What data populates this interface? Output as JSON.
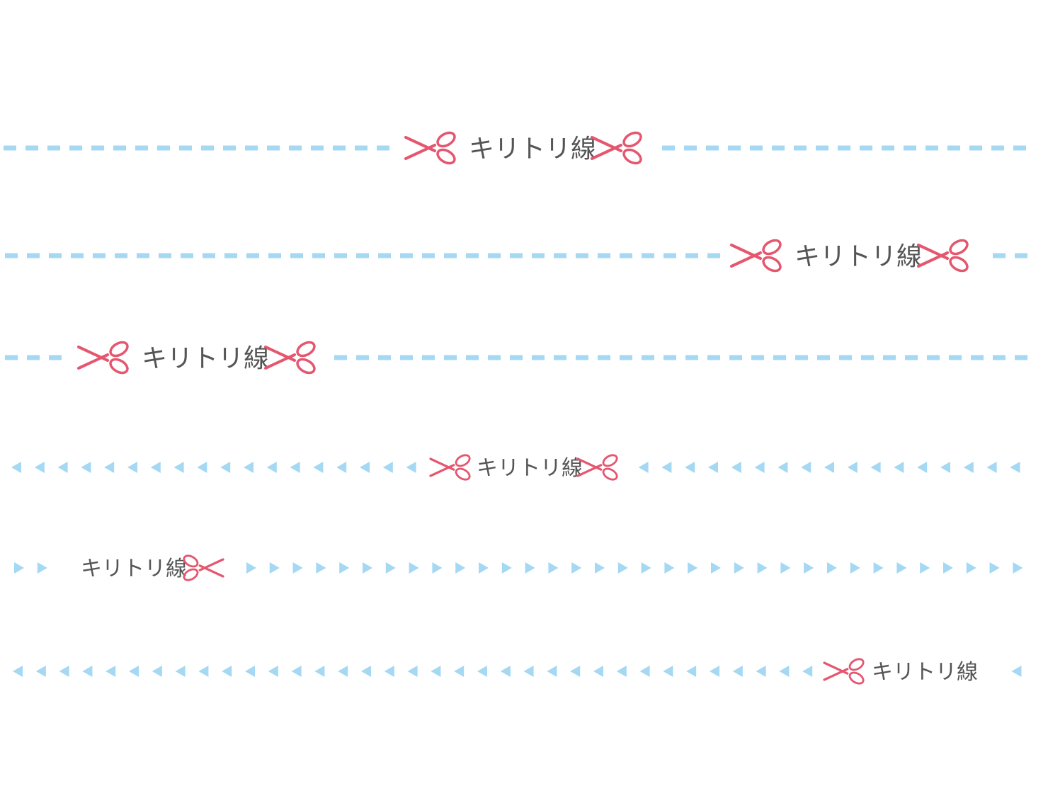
{
  "colors": {
    "line": "#a4d8f3",
    "scissors": "#e5566f",
    "text": "#555555"
  },
  "label_text": "キリトリ線",
  "rows": [
    {
      "style": "dash",
      "items": [
        {
          "kind": "icon",
          "name": "scissors-icon"
        },
        {
          "kind": "text"
        },
        {
          "kind": "icon",
          "name": "scissors-icon"
        }
      ]
    },
    {
      "style": "dash",
      "items": [
        {
          "kind": "icon",
          "name": "scissors-icon"
        },
        {
          "kind": "text"
        },
        {
          "kind": "icon",
          "name": "scissors-icon"
        }
      ]
    },
    {
      "style": "dash",
      "items": [
        {
          "kind": "icon",
          "name": "scissors-icon"
        },
        {
          "kind": "text"
        },
        {
          "kind": "icon",
          "name": "scissors-icon"
        }
      ]
    },
    {
      "style": "arrow-left",
      "items": [
        {
          "kind": "icon",
          "name": "scissors-icon"
        },
        {
          "kind": "text"
        },
        {
          "kind": "icon",
          "name": "scissors-icon"
        }
      ]
    },
    {
      "style": "arrow-right",
      "items": [
        {
          "kind": "text"
        },
        {
          "kind": "icon",
          "name": "scissors-icon",
          "flip": true
        }
      ]
    },
    {
      "style": "arrow-left",
      "items": [
        {
          "kind": "icon",
          "name": "scissors-icon"
        },
        {
          "kind": "text"
        }
      ]
    }
  ]
}
